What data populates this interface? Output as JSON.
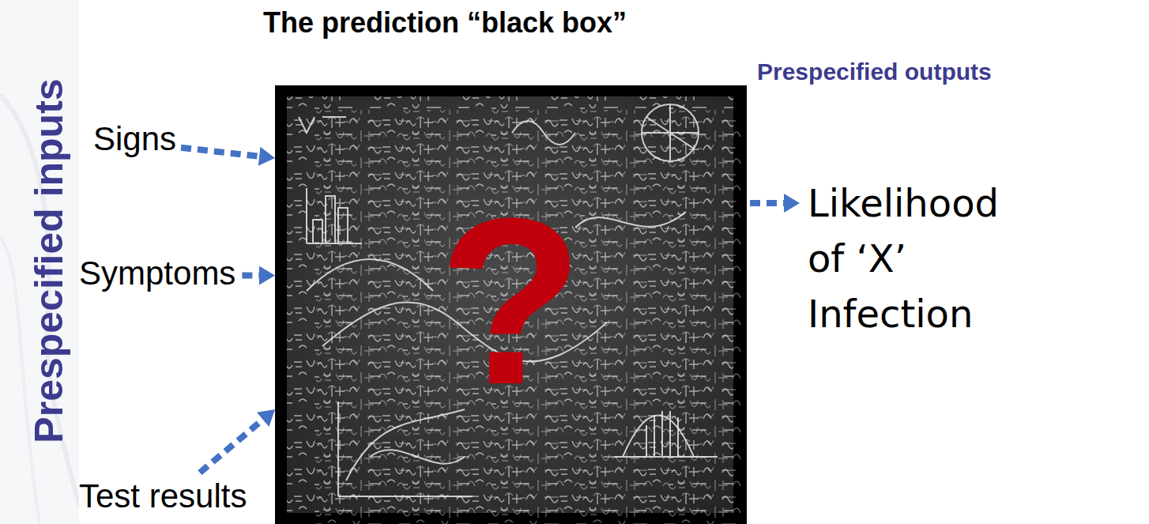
{
  "diagram": {
    "title": "The prediction “black box”",
    "nodes": [
      {
        "text": [
          "Signs"
        ]
      },
      {
        "text": [
          "Symptoms"
        ]
      },
      {
        "text": [
          "Test results"
        ]
      },
      {
        "text": [
          "?"
        ]
      },
      {
        "text": [
          "Likelihood of ‘X’ Infection"
        ]
      }
    ],
    "edges": [
      {
        "from": 0,
        "to": 3,
        "arrow": "to"
      },
      {
        "from": 1,
        "to": 3,
        "arrow": "to"
      },
      {
        "from": 2,
        "to": 3,
        "arrow": "to"
      },
      {
        "from": 3,
        "to": 4,
        "arrow": "to"
      }
    ],
    "labels": [
      "Prespecified inputs",
      "Prespecified outputs"
    ]
  }
}
